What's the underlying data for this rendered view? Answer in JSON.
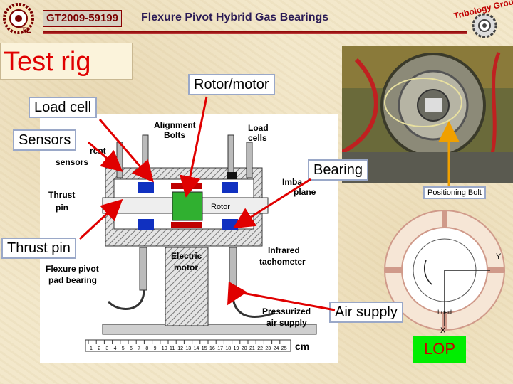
{
  "header": {
    "paper_code": "GT2009-59199",
    "title": "Flexure Pivot Hybrid Gas Bearings",
    "left_logo_text": "TL",
    "right_logo_text": "Tribology Group"
  },
  "section_label": "Test rig",
  "callouts": {
    "rotor_motor": "Rotor/motor",
    "load_cell": "Load cell",
    "sensors": "Sensors",
    "bearing": "Bearing",
    "thrust_pin": "Thrust pin",
    "air_supply": "Air supply",
    "positioning_bolt": "Positioning Bolt",
    "lop": "LOP"
  },
  "schematic_labels": {
    "alignment_bolts": [
      "Alignment",
      "Bolts"
    ],
    "load_cells": [
      "Load",
      "cells"
    ],
    "current_sensors": [
      "rent",
      "sensors"
    ],
    "thrust_pin": [
      "Thrust",
      "pin"
    ],
    "imbalance_plane": [
      "Imba",
      "plane"
    ],
    "rotor": "Rotor",
    "electric_motor": [
      "Electric",
      "motor"
    ],
    "infrared_tachometer": [
      "Infrared",
      "tachometer"
    ],
    "flexure_pivot": [
      "Flexure pivot",
      "pad bearing"
    ],
    "pressurized_air": [
      "Pressurized",
      "air supply"
    ],
    "ruler_unit": "cm",
    "ruler_ticks": [
      "1",
      "2",
      "3",
      "4",
      "5",
      "6",
      "7",
      "8",
      "9",
      "10",
      "11",
      "12",
      "13",
      "14",
      "15",
      "16",
      "17",
      "18",
      "19",
      "20",
      "21",
      "22",
      "23",
      "24",
      "25"
    ]
  },
  "bearing_diagram": {
    "axis_y": "Y",
    "axis_x": "X",
    "load": "Load"
  },
  "colors": {
    "arrow_red": "#e00000",
    "arrow_orange": "#f0a000",
    "title_red": "#e00000",
    "lop_green": "#00ee00",
    "sensor_blue": "#1030c0",
    "rotor_green": "#30b030"
  }
}
